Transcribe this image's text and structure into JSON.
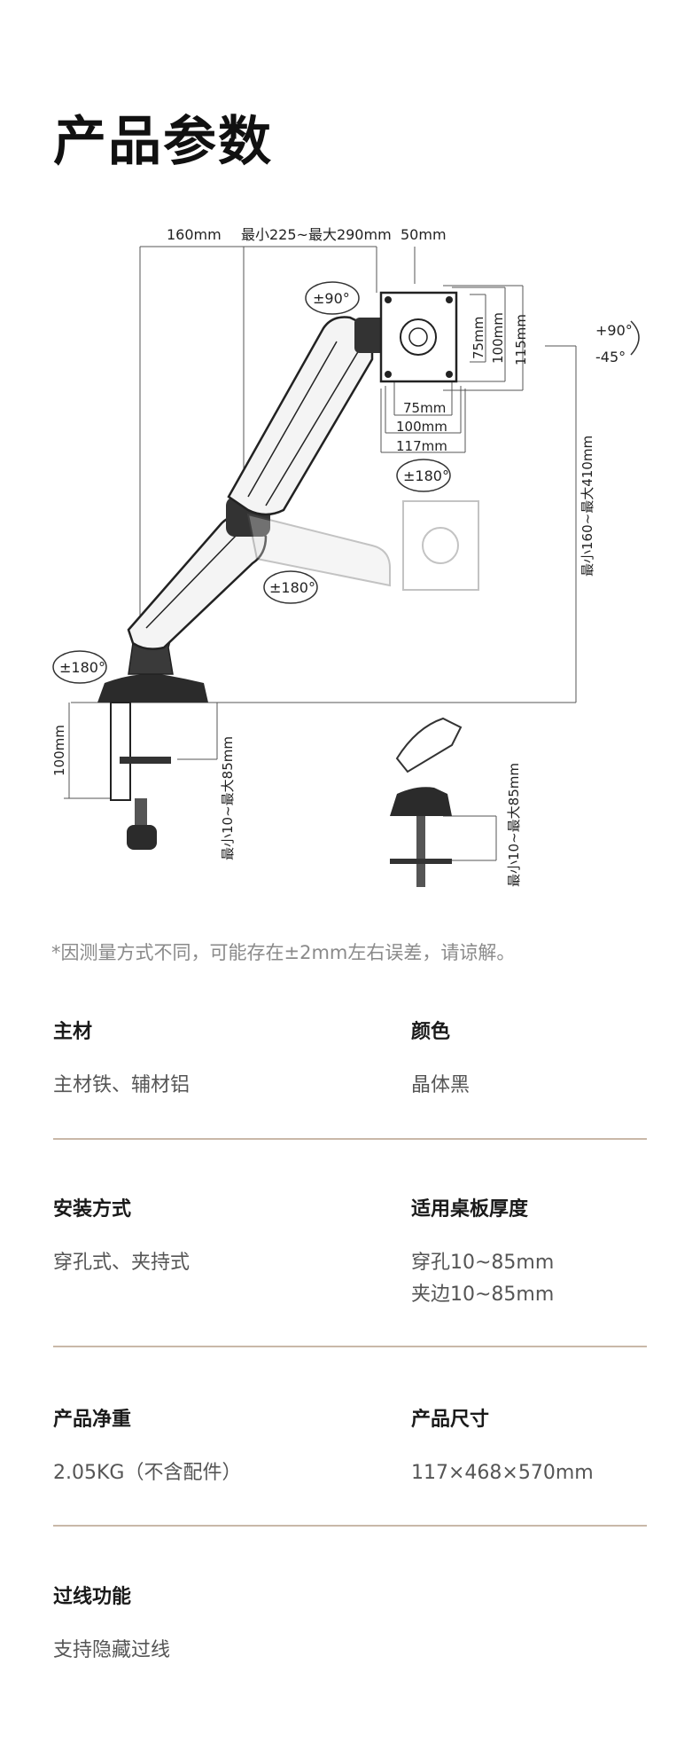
{
  "page": {
    "title": "产品参数"
  },
  "diagram": {
    "dim_160": "160mm",
    "dim_reach": "最小225~最大290mm",
    "dim_50": "50mm",
    "dim_75h": "75mm",
    "dim_100h": "100mm",
    "dim_115h": "115mm",
    "dim_75w": "75mm",
    "dim_100w": "100mm",
    "dim_117w": "117mm",
    "rot_90": "±90°",
    "rot_180_plate": "±180°",
    "rot_180_mid": "±180°",
    "rot_180_base": "±180°",
    "tilt_up": "+90°",
    "tilt_down": "-45°",
    "height_range": "最小160~最大410mm",
    "clamp_100": "100mm",
    "clamp_range": "最小10~最大85mm",
    "grommet_range": "最小10~最大85mm"
  },
  "note": "*因测量方式不同，可能存在±2mm左右误差，请谅解。",
  "specs": [
    {
      "left": {
        "label": "主材",
        "value": [
          "主材铁、辅材铝"
        ]
      },
      "right": {
        "label": "颜色",
        "value": [
          "晶体黑"
        ]
      }
    },
    {
      "left": {
        "label": "安装方式",
        "value": [
          "穿孔式、夹持式"
        ]
      },
      "right": {
        "label": "适用桌板厚度",
        "value": [
          "穿孔10~85mm",
          "夹边10~85mm"
        ]
      }
    },
    {
      "left": {
        "label": "产品净重",
        "value": [
          "2.05KG（不含配件）"
        ]
      },
      "right": {
        "label": "产品尺寸",
        "value": [
          "117×468×570mm"
        ]
      }
    },
    {
      "left": {
        "label": "过线功能",
        "value": [
          "支持隐藏过线"
        ]
      }
    }
  ],
  "colors": {
    "divider": "#c9b8a8",
    "note": "#8a8a8a"
  }
}
